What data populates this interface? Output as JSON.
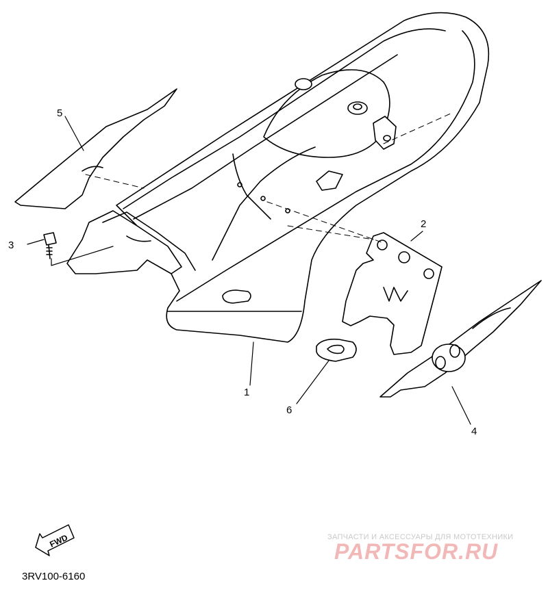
{
  "callouts": [
    "1",
    "2",
    "3",
    "4",
    "5",
    "6"
  ],
  "fwd_label": "FWD",
  "part_code": "3RV100-6160",
  "watermark": {
    "tagline": "ЗАПЧАСТИ И АКСЕССУАРЫ ДЛЯ МОТОТЕХНИКИ",
    "logo": "PARTSFOR.RU"
  }
}
